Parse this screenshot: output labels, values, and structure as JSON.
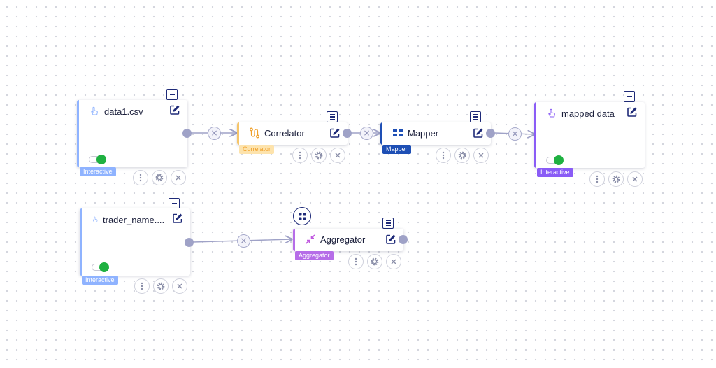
{
  "canvas": {
    "colors": {
      "wire": "#9fa2c7",
      "port": "#9fa2c7",
      "toggle_on": "#1fb141",
      "icon_dark": "#1e2a78",
      "tag_interactive": "#8fb3ff",
      "tag_correlator": "#fde3ac",
      "tag_mapper": "#1e4fb5",
      "tag_mapped_data": "#8a5cf6",
      "tag_aggregator": "#b66de8"
    },
    "nodes": {
      "data1": {
        "title": "data1.csv",
        "tag": "Interactive",
        "title_icon": "hand-pointer-icon",
        "toggle": "on"
      },
      "correlator": {
        "title": "Correlator",
        "tag": "Correlator",
        "title_icon": "route-icon"
      },
      "mapper": {
        "title": "Mapper",
        "tag": "Mapper",
        "title_icon": "grid-icon"
      },
      "mapped": {
        "title": "mapped data",
        "tag": "Interactive",
        "title_icon": "hand-pointer-icon",
        "toggle": "on"
      },
      "trader": {
        "title": "trader_name....",
        "tag": "Interactive",
        "title_icon": "hand-pointer-icon",
        "toggle": "on"
      },
      "aggregator": {
        "title": "Aggregator",
        "tag": "Aggregator",
        "title_icon": "compress-arrows-icon"
      }
    },
    "action_icons": [
      "more-vertical-icon",
      "gear-icon",
      "close-icon"
    ],
    "edge_remove_glyph": "×"
  }
}
